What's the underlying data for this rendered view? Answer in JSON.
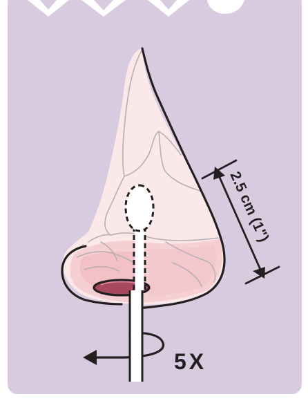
{
  "colors": {
    "background": "#d8cbe0",
    "outline": "#231f20",
    "skin_light": "#fbe9ea",
    "skin_mid": "#f6cfd2",
    "skin_dark": "#efb6bb",
    "nostril": "#a8485f",
    "swab": "#ffffff"
  },
  "icons": [
    "nose-illustration",
    "swab-icon",
    "rotation-arrow-icon",
    "measurement-arrow-icon"
  ],
  "labels": {
    "depth": "2.5 cm (1ʺ)",
    "rotations": "5X"
  }
}
